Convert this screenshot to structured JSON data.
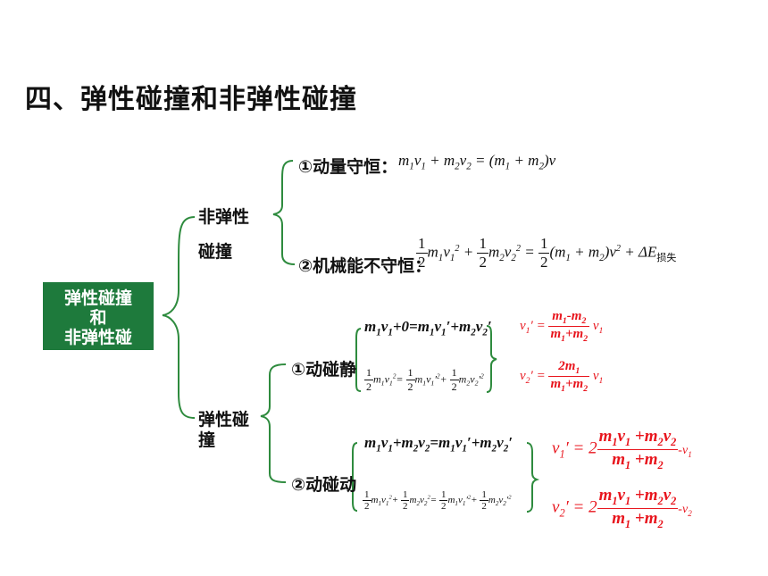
{
  "title": "四、弹性碰撞和非弹性碰撞",
  "center_box": {
    "line1": "弹性碰撞",
    "line2": "和",
    "line3": "非弹性碰"
  },
  "branch_inelastic": {
    "line1": "非弹性",
    "line2": "碰撞"
  },
  "branch_elastic": {
    "line1": "弹性碰",
    "line2": "撞"
  },
  "inelastic_items": {
    "momentum": "①动量守恒：",
    "energy": "②机械能不守恒："
  },
  "elastic_items": {
    "static": "①动碰静",
    "moving": "②动碰动"
  },
  "formulas": {
    "inel_momentum": "m₁v₁ + m₂v₂ = (m₁ + m₂)v",
    "inel_energy_tail": "ΔE",
    "inel_energy_sub": "损失",
    "static_momentum": "m₁v₁+0=m₁v₁′+m₂v₂′",
    "static_v1": "v₁′ = (m₁-m₂)/(m₁+m₂) v₁",
    "static_v2": "v₂′ = 2m₁/(m₁+m₂) v₁",
    "moving_momentum": "m₁v₁+m₂v₂=m₁v₁′+m₂v₂′",
    "moving_v1": "v₁′ = 2(m₁v₁+m₂v₂)/(m₁+m₂) - v₁",
    "moving_v2": "v₂′ = 2(m₁v₁+m₂v₂)/(m₁+m₂) - v₂"
  },
  "colors": {
    "bracket": "#2e8b3e",
    "box": "#1e7a3c",
    "result": "#e8141c"
  }
}
